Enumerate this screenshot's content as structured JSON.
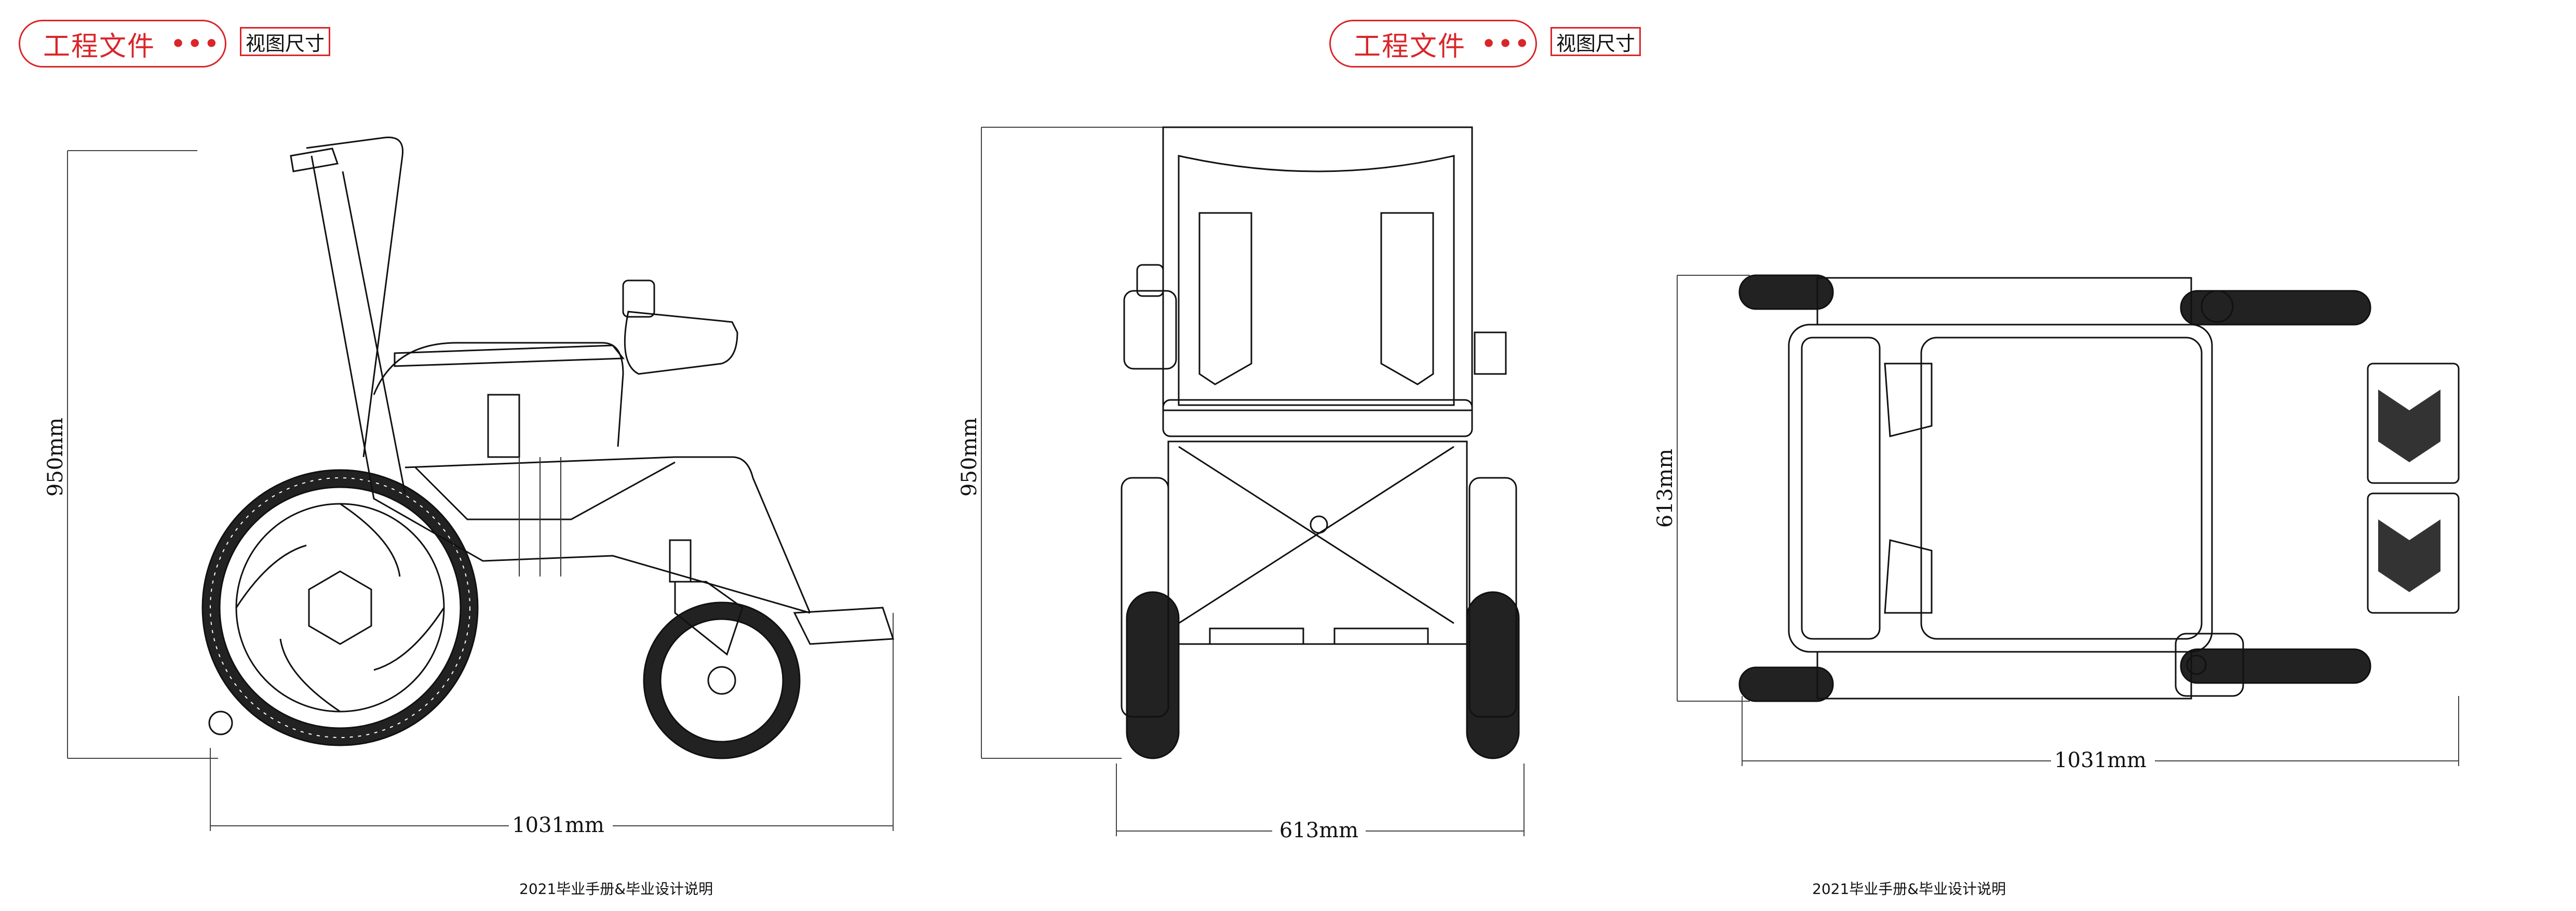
{
  "header": {
    "title": "工程文件",
    "dots": "•••",
    "tag": "视图尺寸"
  },
  "footer": {
    "text": "2021毕业手册&毕业设计说明"
  },
  "dimensions": {
    "height": "950mm",
    "width": "613mm",
    "length": "1031mm",
    "top_width": "613mm",
    "top_length": "1031mm"
  },
  "colors": {
    "accent": "#d9262a"
  }
}
